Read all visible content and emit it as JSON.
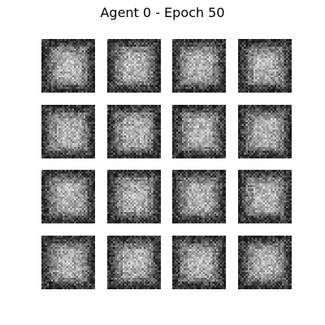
{
  "figure": {
    "title": "Agent 0 - Epoch 50"
  },
  "samples": {
    "rows": 4,
    "cols": 4,
    "items": [
      {
        "index": 0,
        "row": 0,
        "col": 0,
        "content": "generated grayscale sample"
      },
      {
        "index": 1,
        "row": 0,
        "col": 1,
        "content": "generated grayscale sample"
      },
      {
        "index": 2,
        "row": 0,
        "col": 2,
        "content": "generated grayscale sample"
      },
      {
        "index": 3,
        "row": 0,
        "col": 3,
        "content": "generated grayscale sample"
      },
      {
        "index": 4,
        "row": 1,
        "col": 0,
        "content": "generated grayscale sample"
      },
      {
        "index": 5,
        "row": 1,
        "col": 1,
        "content": "generated grayscale sample"
      },
      {
        "index": 6,
        "row": 1,
        "col": 2,
        "content": "generated grayscale sample"
      },
      {
        "index": 7,
        "row": 1,
        "col": 3,
        "content": "generated grayscale sample"
      },
      {
        "index": 8,
        "row": 2,
        "col": 0,
        "content": "generated grayscale sample"
      },
      {
        "index": 9,
        "row": 2,
        "col": 1,
        "content": "generated grayscale sample"
      },
      {
        "index": 10,
        "row": 2,
        "col": 2,
        "content": "generated grayscale sample"
      },
      {
        "index": 11,
        "row": 2,
        "col": 3,
        "content": "generated grayscale sample"
      },
      {
        "index": 12,
        "row": 3,
        "col": 0,
        "content": "generated grayscale sample"
      },
      {
        "index": 13,
        "row": 3,
        "col": 1,
        "content": "generated grayscale sample"
      },
      {
        "index": 14,
        "row": 3,
        "col": 2,
        "content": "generated grayscale sample"
      },
      {
        "index": 15,
        "row": 3,
        "col": 3,
        "content": "generated grayscale sample"
      }
    ]
  },
  "colors": {
    "background": "#ffffff",
    "text": "#000000"
  }
}
